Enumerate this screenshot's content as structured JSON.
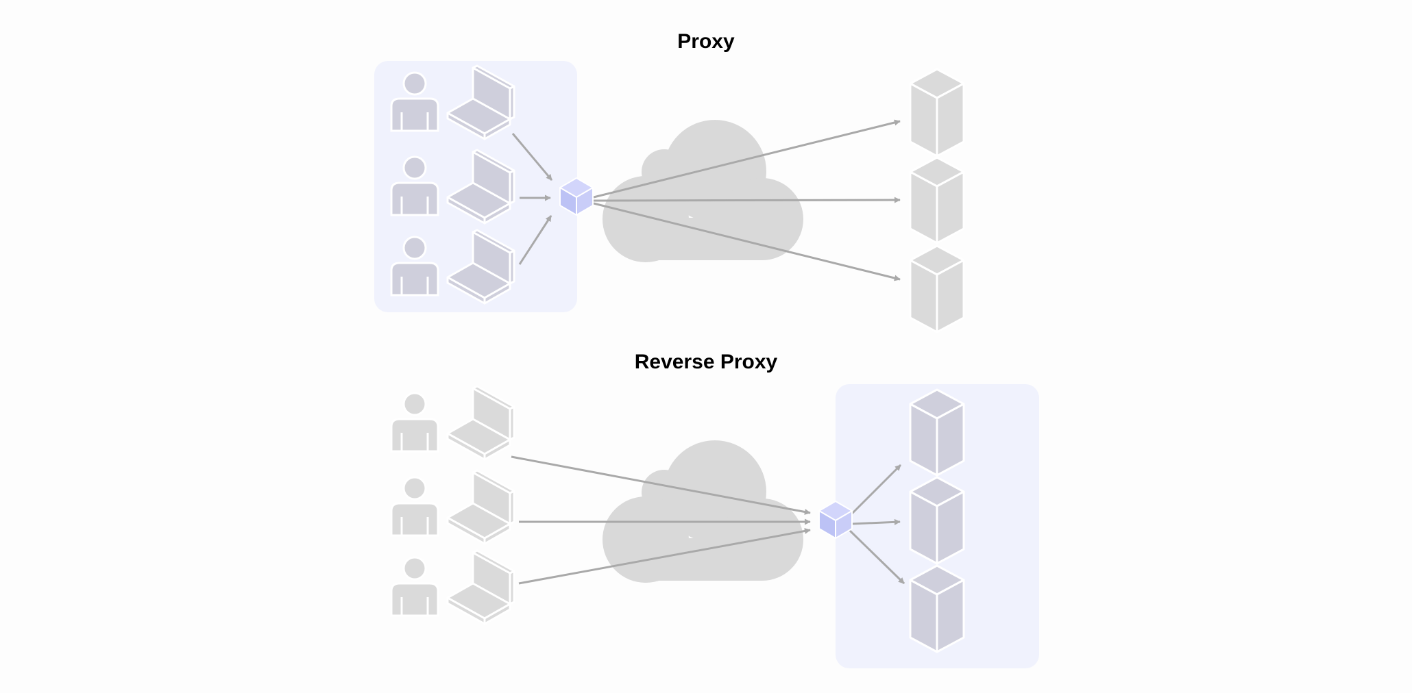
{
  "diagram": {
    "sections": [
      {
        "id": "proxy",
        "title": "Proxy",
        "client_count": 3,
        "server_count": 3,
        "highlighted_group": "clients",
        "hub_icon": "proxy-cube-icon",
        "client_icons": [
          "user-icon",
          "laptop-icon"
        ],
        "server_icon": "server-cube-icon",
        "network_icon": "cloud-icon"
      },
      {
        "id": "reverse-proxy",
        "title": "Reverse Proxy",
        "client_count": 3,
        "server_count": 3,
        "highlighted_group": "servers",
        "hub_icon": "proxy-cube-icon",
        "client_icons": [
          "user-icon",
          "laptop-icon"
        ],
        "server_icon": "server-cube-icon",
        "network_icon": "cloud-icon"
      }
    ],
    "colors": {
      "highlight_panel": "#f0f2fd",
      "highlighted_icon": "#cfcfdc",
      "dimmed_icon": "#dadada",
      "proxy_cube_top": "#d2d5fb",
      "proxy_cube_left": "#bcc2f5",
      "proxy_cube_right": "#c9cdf8",
      "cloud": "#d9d9d9",
      "arrow": "#a9a9a9",
      "outline": "#ffffff"
    }
  }
}
